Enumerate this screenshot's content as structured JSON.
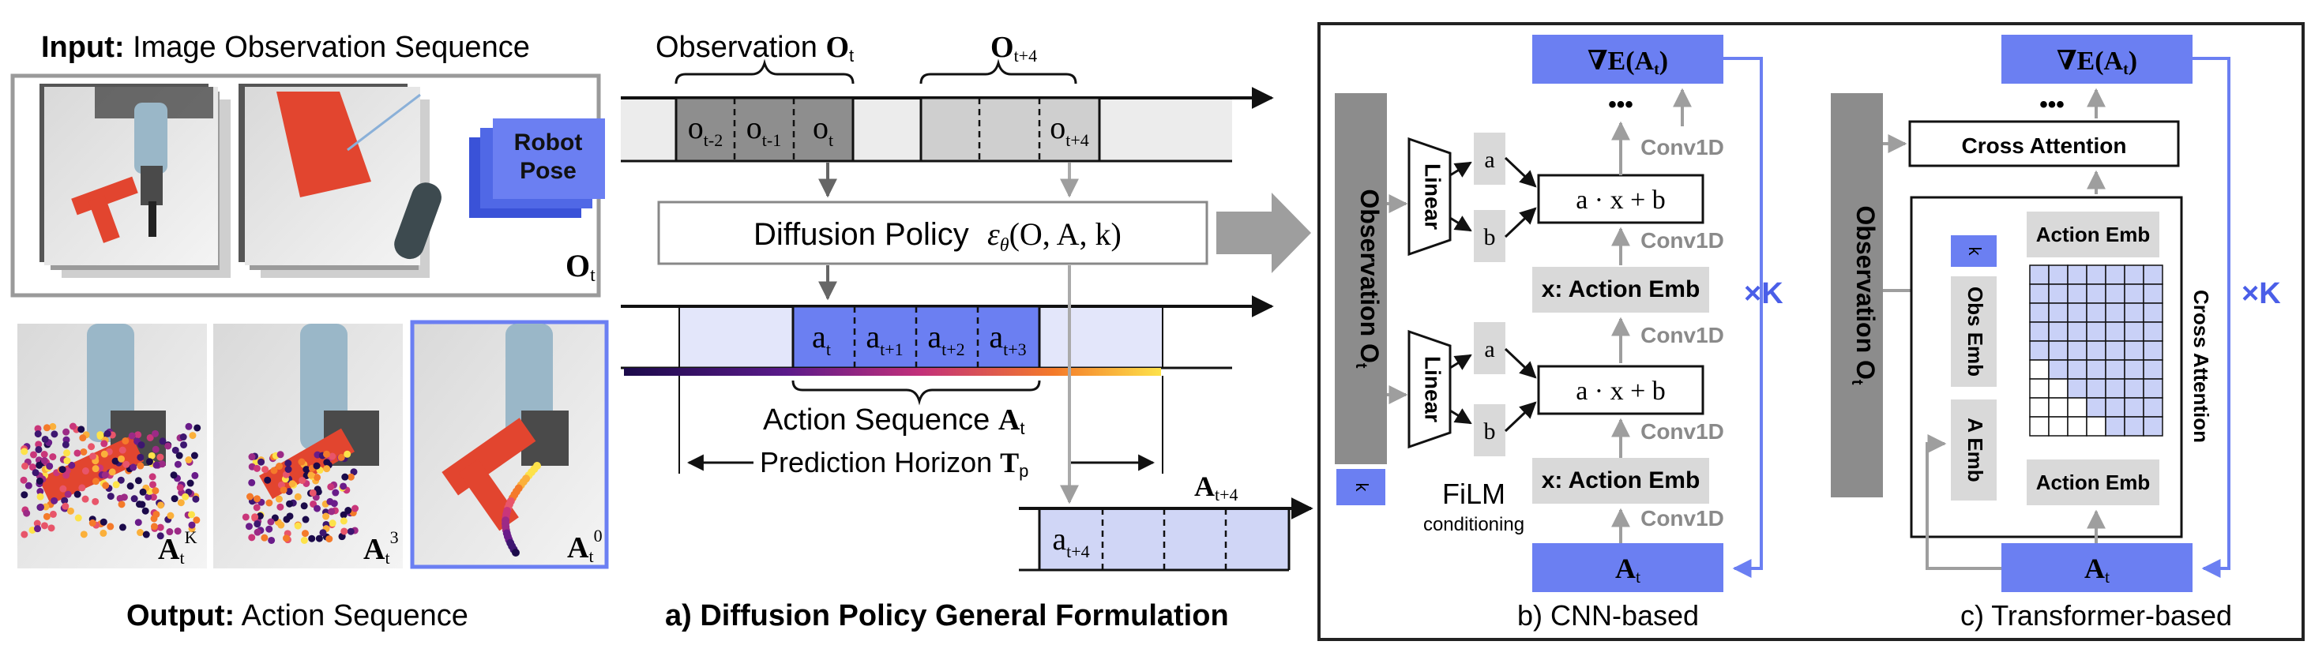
{
  "colors": {
    "blue": "#6b7ff2",
    "blue_light": "#c9d1f7",
    "gray_dark": "#8c8c8c",
    "gray_mid": "#bdbdbd",
    "gray_light": "#d9d9d9",
    "arrow_gray": "#9e9e9e",
    "table_red": "#e2452f",
    "text_gray": "#8a8a8a"
  },
  "left": {
    "input_bold": "Input:",
    "input_text": " Image Observation Sequence",
    "robot_pose_line1": "Robot",
    "robot_pose_line2": "Pose",
    "obs_symbol": "O",
    "obs_sub": "t",
    "output_bold": "Output:",
    "output_text": "  Action Sequence",
    "sample_labels": [
      {
        "base": "A",
        "sub": "t",
        "sup": "K"
      },
      {
        "base": "A",
        "sub": "t",
        "sup": "3"
      },
      {
        "base": "A",
        "sub": "t",
        "sup": "0"
      }
    ]
  },
  "middle": {
    "observation_label": "Observation ",
    "observation_symbol": "O",
    "observation_sub": "t",
    "obs_future_symbol": "O",
    "obs_future_sub": "t+4",
    "obs_cells": [
      {
        "base": "o",
        "sub": "t-2"
      },
      {
        "base": "o",
        "sub": "t-1"
      },
      {
        "base": "o",
        "sub": "t"
      }
    ],
    "obs_future_cell": {
      "base": "o",
      "sub": "t+4"
    },
    "policy_label": "Diffusion Policy",
    "policy_formula": "ε",
    "policy_formula_sub": "θ",
    "policy_formula_args": "(O, A, k)",
    "action_cells": [
      {
        "base": "a",
        "sub": "t"
      },
      {
        "base": "a",
        "sub": "t+1"
      },
      {
        "base": "a",
        "sub": "t+2"
      },
      {
        "base": "a",
        "sub": "t+3"
      }
    ],
    "action_sequence_label": "Action Sequence ",
    "action_sequence_symbol": "A",
    "action_sequence_sub": "t",
    "horizon_label": "Prediction Horizon ",
    "horizon_symbol": "T",
    "horizon_sub": "p",
    "future_action_symbol": "A",
    "future_action_sub": "t+4",
    "future_action_cell": {
      "base": "a",
      "sub": "t+4"
    },
    "caption": "a) Diffusion Policy General Formulation"
  },
  "cnn": {
    "grad_label": "∇E(A",
    "grad_sub": "t",
    "grad_close": ")",
    "dots": "•••",
    "observation_label": "Observation O",
    "observation_sub": "t",
    "k_label": "k",
    "linear_label": "Linear",
    "a_label": "a",
    "b_label": "b",
    "film_formula": "a · x + b",
    "conv_label": "Conv1D",
    "action_emb_label": "x: Action Emb",
    "film_label": "FiLM",
    "film_sub": "conditioning",
    "input_symbol": "A",
    "input_sub": "t",
    "times_k": "×K",
    "caption": "b) CNN-based"
  },
  "transformer": {
    "grad_label": "∇E(A",
    "grad_sub": "t",
    "grad_close": ")",
    "dots": "•••",
    "cross_attention_label": "Cross Attention",
    "observation_label": "Observation O",
    "observation_sub": "t",
    "k_label": "k",
    "obs_emb_label": "Obs Emb",
    "a_emb_label": "A Emb",
    "action_emb_label": "Action Emb",
    "cross_attention_vertical": "Cross Attention",
    "input_symbol": "A",
    "input_sub": "t",
    "times_k": "×K",
    "caption": "c) Transformer-based"
  }
}
